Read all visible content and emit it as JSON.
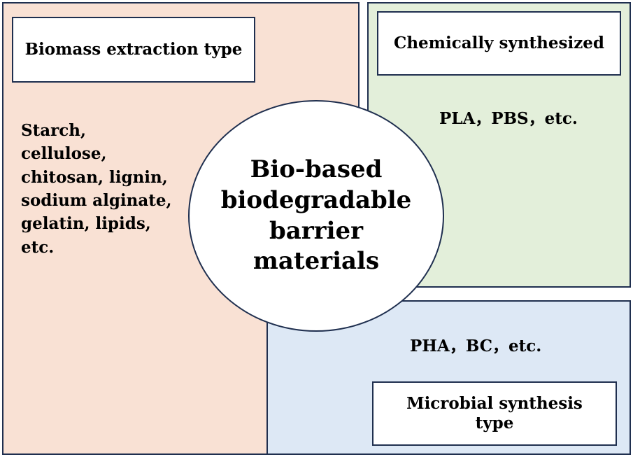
{
  "colors": {
    "biomass_fill": "#f9e1d4",
    "chemical_fill": "#e3efda",
    "microbial_fill": "#dde8f5",
    "border": "#1f2f4f"
  },
  "center": {
    "title": "Bio-based biodegradable barrier materials"
  },
  "biomass": {
    "heading": "Biomass extraction type",
    "examples": [
      "Starch,",
      "cellulose,",
      "chitosan, lignin,",
      "sodium alginate,",
      "gelatin, lipids,",
      "etc."
    ]
  },
  "chemical": {
    "heading": "Chemically synthesized",
    "examples": "PLA，PBS，etc."
  },
  "microbial": {
    "heading": "Microbial synthesis type",
    "examples": "PHA，BC，etc."
  }
}
